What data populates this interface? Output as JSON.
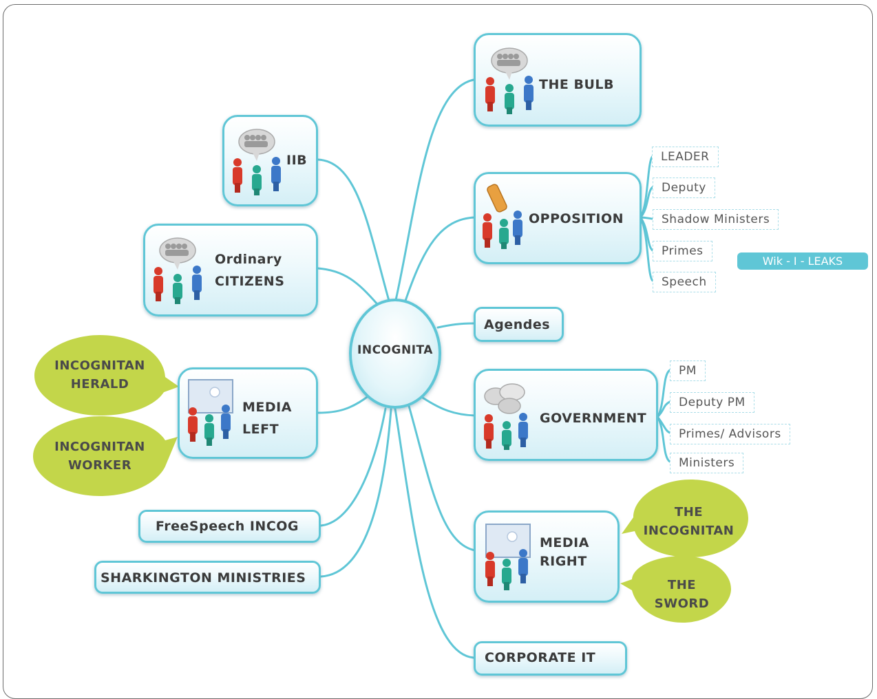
{
  "diagram": {
    "center": "INCOGNITA",
    "right_nodes": {
      "the_bulb": "THE BULB",
      "opposition": "OPPOSITION",
      "agendes": "Agendes",
      "government": "GOVERNMENT",
      "media_right": [
        "MEDIA",
        "RIGHT"
      ],
      "corporate_it": "CORPORATE IT"
    },
    "left_nodes": {
      "iib": "IIB",
      "ordinary_citizens": [
        "Ordinary",
        "CITIZENS"
      ],
      "media_left": [
        "MEDIA",
        "LEFT"
      ],
      "freespeech": "FreeSpeech INCOG",
      "sharkington": "SHARKINGTON MINISTRIES"
    },
    "opposition_subtopics": [
      "LEADER",
      "Deputy",
      "Shadow Ministers",
      "Primes",
      "Speech"
    ],
    "government_subtopics": [
      "PM",
      "Deputy PM",
      "Primes/ Advisors",
      "Ministers"
    ],
    "primes_tag": "Wik - I - LEAKS",
    "callouts": {
      "incognitan_herald": [
        "INCOGNITAN",
        "HERALD"
      ],
      "incognitan_worker": [
        "INCOGNITAN",
        "WORKER"
      ],
      "the_incognitan": [
        "THE",
        "INCOGNITAN"
      ],
      "the_sword": [
        "THE",
        "SWORD"
      ]
    },
    "colors": {
      "node_border": "#5fc6d6",
      "callout_fill": "#c3d64a",
      "tag_fill": "#5fc6d6"
    },
    "icons": [
      "people-group-icon",
      "phone-people-icon",
      "chat-people-icon",
      "presentation-people-icon"
    ]
  }
}
